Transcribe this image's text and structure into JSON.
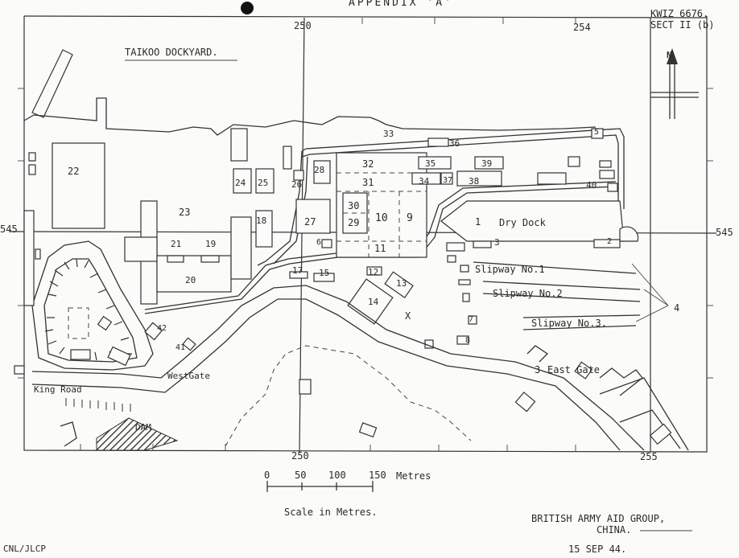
{
  "header": {
    "appendix": "APPENDIX 'A'",
    "ref_line1": "KWIZ 6676.",
    "ref_line2": "SECT II (b)"
  },
  "map": {
    "title": "TAIKOO DOCKYARD.",
    "grid_top_left": "250",
    "grid_top_right": "254",
    "grid_bottom_left": "250",
    "grid_bottom_right": "255",
    "grid_left": "545",
    "grid_right": "545",
    "north_label": "N",
    "dry_dock_number": "1",
    "dry_dock": "Dry Dock",
    "slipway1": "Slipway No.1",
    "slipway2": "Slipway No.2",
    "slipway3": "Slipway No.3.",
    "slipways_ref": "4",
    "west_gate": "WestGate",
    "east_gate": "East Gate",
    "east_gate_number": "3",
    "king_road": "King Road",
    "dam": "DAM",
    "x_mark": "X",
    "buildings": [
      "2",
      "3",
      "5",
      "6",
      "7",
      "8",
      "9",
      "10",
      "11",
      "12",
      "13",
      "14",
      "15",
      "17",
      "18",
      "19",
      "20",
      "21",
      "22",
      "23",
      "24",
      "25",
      "26",
      "27",
      "28",
      "29",
      "30",
      "31",
      "32",
      "33",
      "34",
      "35",
      "36",
      "37",
      "38",
      "39",
      "40",
      "41",
      "42"
    ]
  },
  "scale": {
    "ticks": [
      "0",
      "50",
      "100",
      "150"
    ],
    "unit": "Metres",
    "caption": "Scale in Metres."
  },
  "footer": {
    "org_line1": "BRITISH ARMY AID GROUP,",
    "org_line2": "CHINA.",
    "date": "15 SEP 44.",
    "ref": "CNL/JLCP"
  }
}
